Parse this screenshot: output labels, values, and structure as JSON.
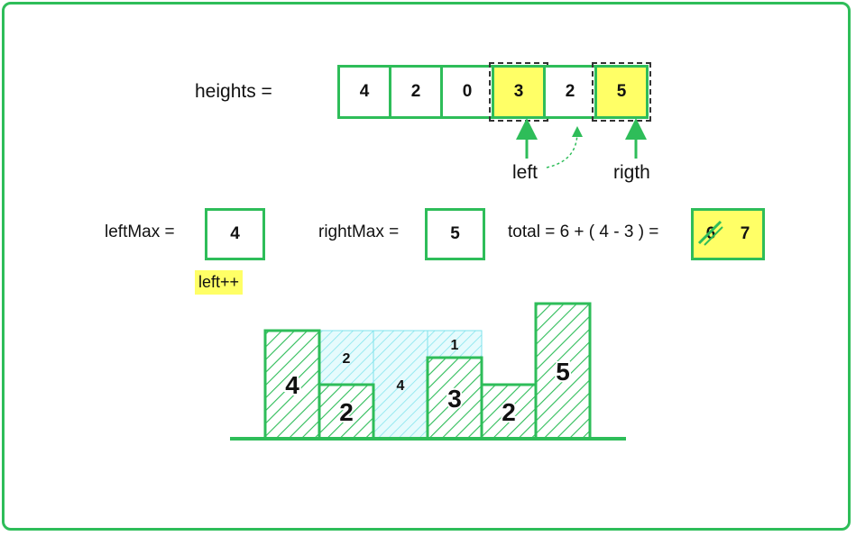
{
  "array": {
    "label": "heights =",
    "values": [
      "4",
      "2",
      "0",
      "3",
      "2",
      "5"
    ],
    "highlighted_indices": [
      3,
      5
    ]
  },
  "pointers": {
    "left_label": "left",
    "right_label": "rigth"
  },
  "left_max": {
    "label": "leftMax =",
    "value": "4"
  },
  "right_max": {
    "label": "rightMax =",
    "value": "5"
  },
  "total": {
    "label": "total =  6 + ( 4 - 3 ) =",
    "old_value": "6",
    "new_value": "7"
  },
  "step_badge": "left++",
  "bars": [
    {
      "height": 4,
      "label": "4",
      "water": 0,
      "water_label": ""
    },
    {
      "height": 2,
      "label": "2",
      "water": 2,
      "water_label": "2"
    },
    {
      "height": 0,
      "label": "",
      "water": 4,
      "water_label": "4"
    },
    {
      "height": 3,
      "label": "3",
      "water": 1,
      "water_label": "1"
    },
    {
      "height": 2,
      "label": "2",
      "water": 0,
      "water_label": ""
    },
    {
      "height": 5,
      "label": "5",
      "water": 0,
      "water_label": ""
    }
  ],
  "colors": {
    "green": "#2ebd59",
    "yellow": "#ffff66",
    "water": "#bff3f7",
    "water_stroke": "#7fe3ec"
  }
}
